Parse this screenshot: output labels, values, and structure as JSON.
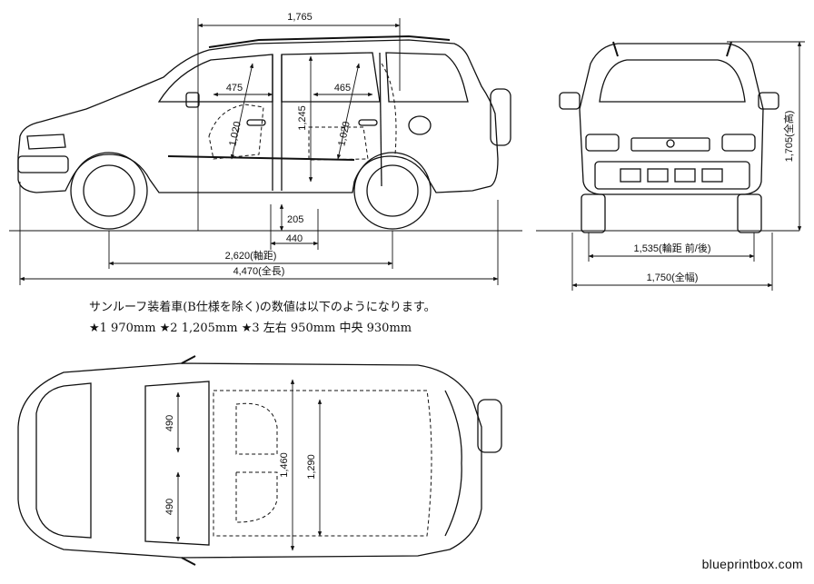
{
  "side_view": {
    "overall_length": "4,470(全長)",
    "wheelbase": "2,620(軸距)",
    "roof_length": "1,765",
    "front_door_inset": "475",
    "rear_door_inset": "465",
    "front_headroom": "1,020",
    "center_height": "1,245",
    "rear_headroom": "1,020",
    "ground_clearance": "205",
    "seat_offset": "440"
  },
  "front_view": {
    "overall_height": "1,705(全高)",
    "tread": "1,535(輪距 前/後)",
    "overall_width": "1,750(全幅)"
  },
  "top_view": {
    "front_seat_width": "490",
    "rear_seat_width": "490",
    "cabin_width": "1,460",
    "interior_width": "1,290"
  },
  "notes": {
    "line1": "サンルーフ装着車(B仕様を除く)の数値は以下のようになります。",
    "line2": "★1  970mm ★2  1,205mm ★3  左右 950mm  中央 930mm"
  },
  "watermark": "blueprintbox.com"
}
